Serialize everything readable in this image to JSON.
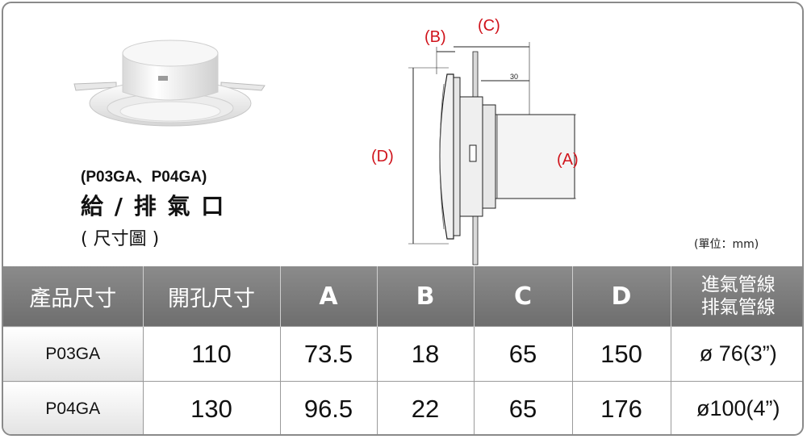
{
  "product": {
    "models": "(P03GA、P04GA)",
    "title": "給 / 排 氣 口",
    "subtitle": "( 尺寸圖 )",
    "unit_note": "(單位：mm)"
  },
  "diagram": {
    "labels": {
      "A": "(A)",
      "B": "(B)",
      "C": "(C)",
      "D": "(D)",
      "dim30": "30"
    }
  },
  "table": {
    "headers": {
      "product_size": "產品尺寸",
      "opening_size": "開孔尺寸",
      "A": "A",
      "B": "B",
      "C": "C",
      "D": "D",
      "pipe_line1": "進氣管線",
      "pipe_line2": "排氣管線"
    },
    "rows": [
      {
        "model": "P03GA",
        "opening": "110",
        "A": "73.5",
        "B": "18",
        "C": "65",
        "D": "150",
        "pipe": "ø  76(3”)"
      },
      {
        "model": "P04GA",
        "opening": "130",
        "A": "96.5",
        "B": "22",
        "C": "65",
        "D": "176",
        "pipe": "ø100(4”)"
      }
    ]
  }
}
